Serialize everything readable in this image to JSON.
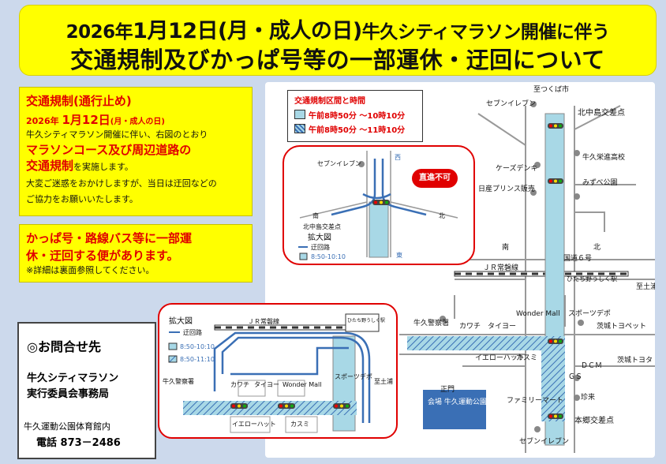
{
  "banner": {
    "line1_prefix": "2026年",
    "line1_date": "1月12日(月・成人の日)",
    "line1_suffix": "牛久シティマラソン開催に伴う",
    "line2": "交通規制及びかっぱ号等の一部運休・迂回について"
  },
  "regulation": {
    "title": "交通規制(通行止め)",
    "date_year": "2026年",
    "date_main": "1月12日",
    "date_sub": "(月・成人の日)",
    "line1": "牛久シティマラソン開催に伴い、右図のとおり",
    "highlight1": "マラソンコース及び周辺道路の",
    "highlight2": "交通規制",
    "highlight2_suffix": "を実施します。",
    "line2": "大変ご迷惑をおかけしますが、当日は迂回などの",
    "line3": "ご協力をお願いいたします。"
  },
  "bus": {
    "line1": "かっぱ号・路線バス等に一部運",
    "line2": "休・迂回する便があります。",
    "note": "※詳細は裏面参照してください。"
  },
  "contact": {
    "title": "◎お問合せ先",
    "org1": "牛久シティマラソン",
    "org2": "実行委員会事務局",
    "place": "牛久運動公園体育館内",
    "phone": "電話 873－2486"
  },
  "legend": {
    "title": "交通規制区間と時間",
    "item1": "午前8時50分 ～10時10分",
    "item2": "午前8時50分 ～11時10分"
  },
  "map_labels": {
    "tsukuba": "至つくば市",
    "seven1": "セブンイレブン",
    "kitanakajima": "北中島交差点",
    "ushiku_hs": "牛久栄進高校",
    "cakes": "ケーズデンキ",
    "nissan": "日産プリンス販売",
    "mizube": "みずべ公園",
    "south": "南",
    "north": "北",
    "route6": "国道６号",
    "jr_main": "ＪＲ常磐線",
    "hitachino": "ひたち野うしく駅",
    "to_tsuchiura": "至土浦",
    "ushikubune": "牛久警察署",
    "kawachi": "カワチ",
    "taiyo": "タイヨー",
    "wonder": "Wonder Mall",
    "sports": "スポーツデポ",
    "ibaraki_toyopet": "茨城トヨペット",
    "yellowhat": "イエローハット",
    "kasumi": "カスミ",
    "dcm": "ＤＣＭ",
    "ibaraki_toyota": "茨城トヨタ",
    "gs": "ＧＳ",
    "seimon": "正門",
    "venue": "会場 牛久運動公園",
    "family": "ファミリーマート",
    "chinju": "珍来",
    "hongo": "本郷交差点",
    "seven2": "セブンイレブン"
  },
  "zoom1": {
    "callout": "直進不可",
    "seven": "セブンイレブン",
    "west": "西",
    "south": "南",
    "north": "北",
    "east": "東",
    "kitanakajima": "北中島交差点",
    "title": "拡大図",
    "detour": "迂回路",
    "time": "8:50-10:10"
  },
  "zoom2": {
    "title": "拡大図",
    "detour": "迂回路",
    "time1": "8:50-10:10",
    "time2": "8:50-11:10",
    "jr": "ＪＲ常磐線",
    "station": "ひたち野うしく駅",
    "ushikubune": "牛久警察署",
    "kawachi": "カワチ",
    "taiyo": "タイヨー",
    "wonder": "Wonder Mall",
    "sports": "スポーツデポ",
    "tsuchiura": "至土浦",
    "yellowhat": "イエローハット",
    "kasumi": "カスミ"
  },
  "colors": {
    "banner": "#ffff00",
    "red": "#e00000",
    "route": "#a8d8e6",
    "detour": "#3a6fb5"
  }
}
